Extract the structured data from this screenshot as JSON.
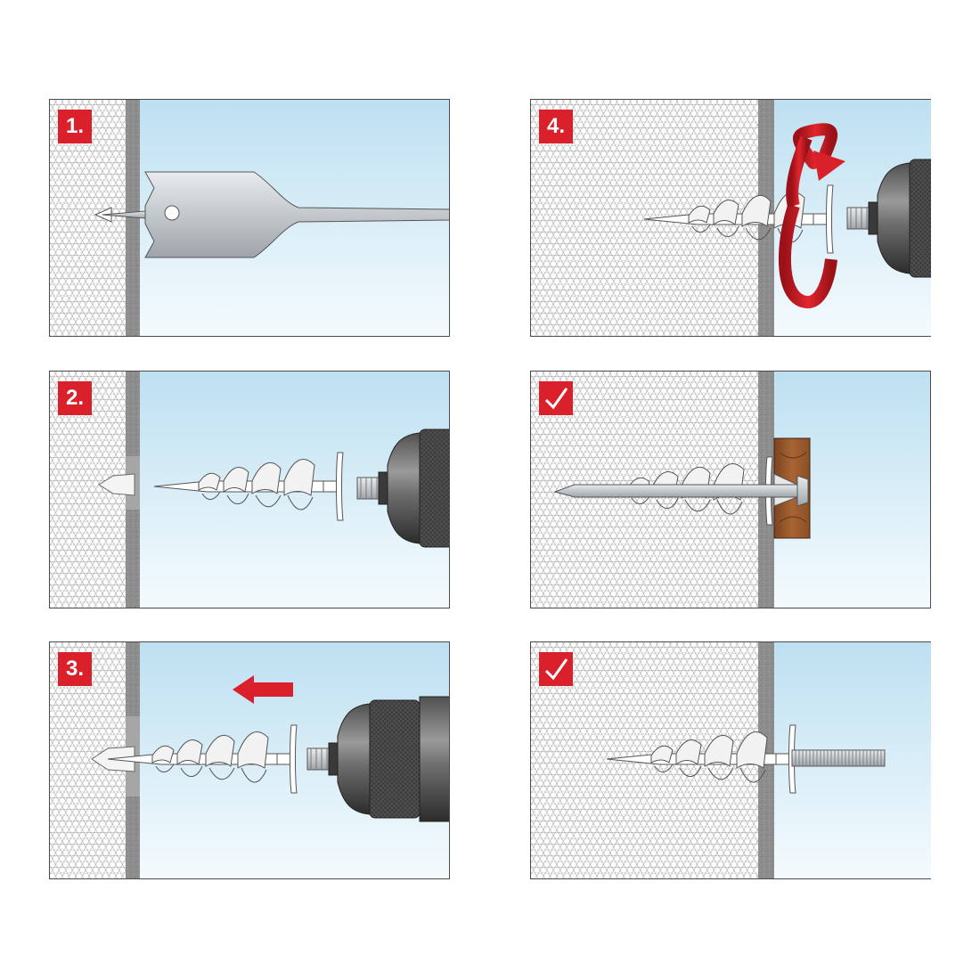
{
  "steps": [
    {
      "badge": "1."
    },
    {
      "badge": "2."
    },
    {
      "badge": "3."
    },
    {
      "badge": "4."
    },
    {
      "badge": ""
    },
    {
      "badge": ""
    }
  ],
  "colors": {
    "badge_red": "#d9202b",
    "arrow_red": "#d9202b",
    "insulation": "#ffffff",
    "wall": "#8f8f8f",
    "sky_top": "#bfe0f0",
    "sky_bottom": "#f4fafd",
    "wood": "#9a5a2a",
    "drill_dark": "#3a3a3a"
  },
  "icons": {
    "check": "check-icon",
    "direction": "arrow-left-icon",
    "rotation": "rotate-icon"
  }
}
